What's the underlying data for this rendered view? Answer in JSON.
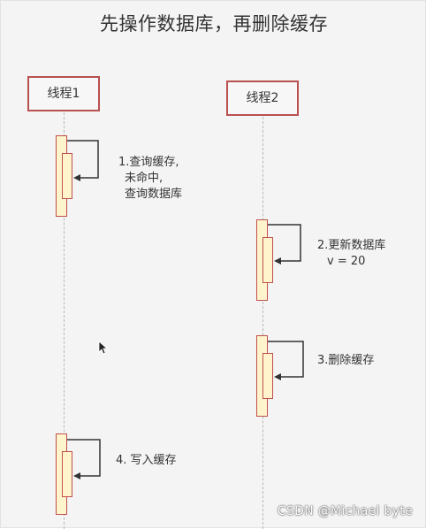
{
  "title": "先操作数据库，再删除缓存",
  "actors": {
    "thread1": "线程1",
    "thread2": "线程2"
  },
  "steps": [
    {
      "lines": [
        "1.查询缓存,",
        "未命中,",
        "查询数据库"
      ]
    },
    {
      "lines": [
        "2.更新数据库",
        "v = 20"
      ]
    },
    {
      "lines": [
        "3.删除缓存"
      ]
    },
    {
      "lines": [
        "4. 写入缓存"
      ]
    }
  ],
  "colors": {
    "actor_border": "#b94f4f",
    "activation_fill": "#fff4cc",
    "activation_border": "#c0504d"
  },
  "watermark": "CSDN @Michael byte"
}
